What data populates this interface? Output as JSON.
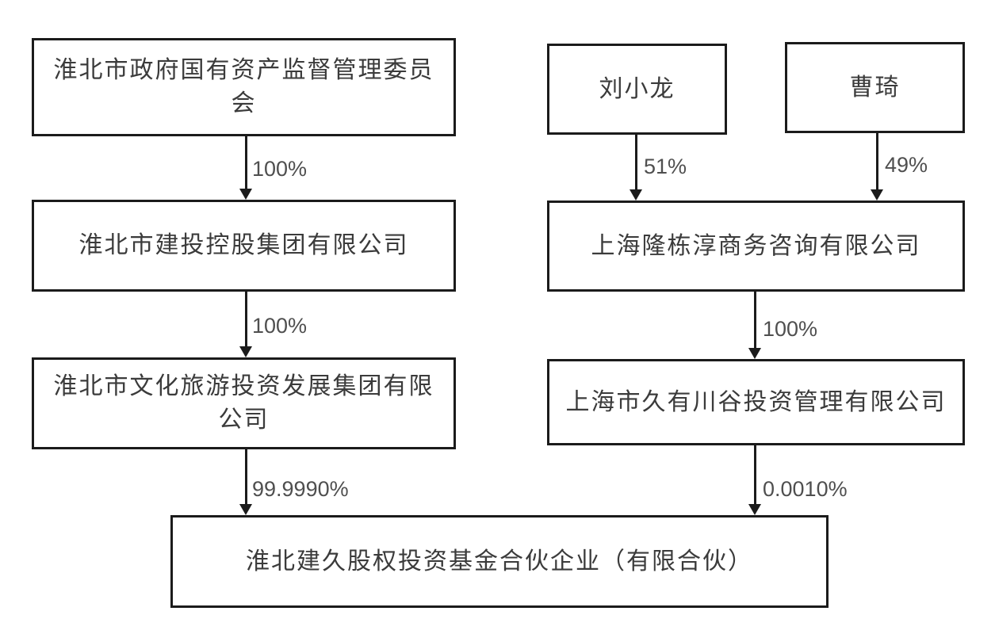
{
  "diagram": {
    "type": "equity-ownership-structure",
    "nodes": {
      "soasac": {
        "label": "淮北市政府国有资产监督管理委员会",
        "line1": "淮北市政府国有资产监督管理委员",
        "line2": "会"
      },
      "liu_xiaolong": {
        "label": "刘小龙"
      },
      "cao_qi": {
        "label": "曹琦"
      },
      "jiantou": {
        "label": "淮北市建投控股集团有限公司"
      },
      "longdongchun": {
        "label": "上海隆栋淳商务咨询有限公司"
      },
      "wenlvtou": {
        "label": "淮北市文化旅游投资发展集团有限公司",
        "line1": "淮北市文化旅游投资发展集团有限",
        "line2": "公司"
      },
      "jiuyou": {
        "label": "上海市久有川谷投资管理有限公司"
      },
      "fund": {
        "label": "淮北建久股权投资基金合伙企业（有限合伙）"
      }
    },
    "edges": {
      "soasac_to_jiantou": {
        "label": "100%"
      },
      "jiantou_to_wenlvtou": {
        "label": "100%"
      },
      "wenlvtou_to_fund": {
        "label": "99.9990%"
      },
      "liu_to_longdongchun": {
        "label": "51%"
      },
      "cao_to_longdongchun": {
        "label": "49%"
      },
      "longdongchun_to_jiuyou": {
        "label": "100%"
      },
      "jiuyou_to_fund": {
        "label": "0.0010%"
      }
    },
    "colors": {
      "border": "#1b1b1b",
      "node_text": "#3b3b3b",
      "edge_label": "#4f4f4f",
      "background": "#ffffff"
    }
  }
}
